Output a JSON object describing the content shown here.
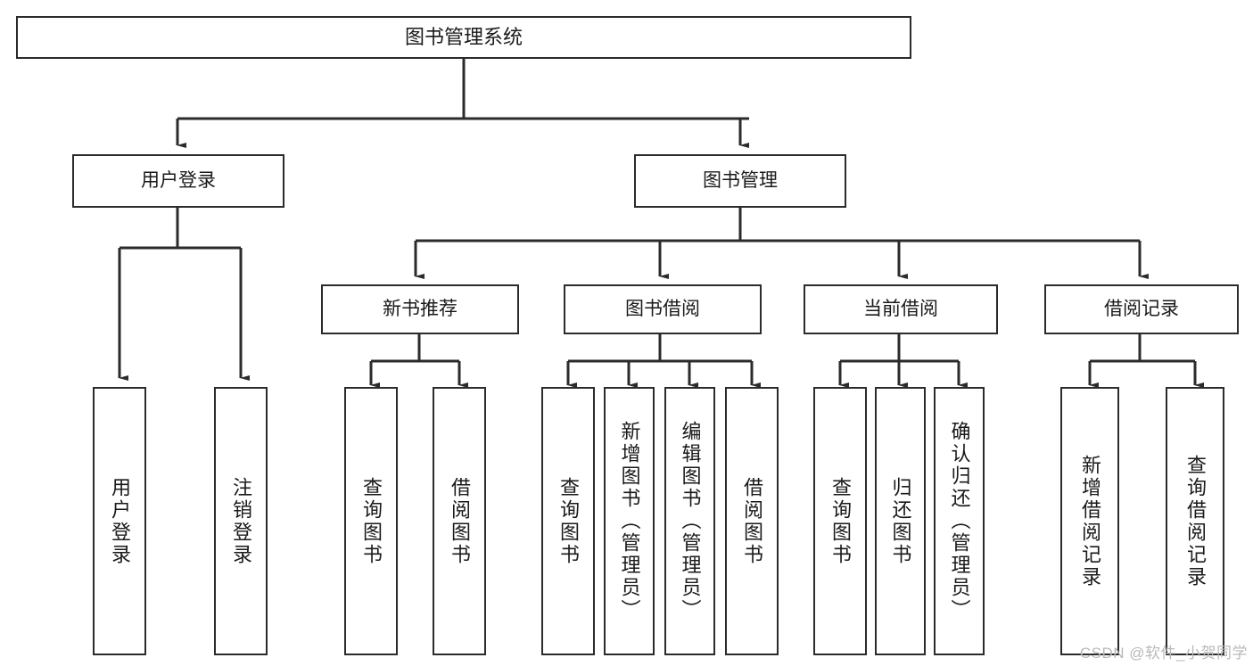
{
  "diagram": {
    "title": "图书管理系统",
    "type": "tree",
    "watermark": "CSDN @软件_小贺同学",
    "colors": {
      "box_border": "#2b2b2b",
      "box_fill": "#ffffff",
      "edge": "#2b2b2b",
      "text": "#1a1a1a",
      "watermark": "#b9b9b9",
      "background": "#ffffff"
    },
    "nodes": {
      "root": {
        "label": "图书管理系统",
        "level": 0
      },
      "level1": [
        {
          "id": "user-login",
          "label": "用户登录"
        },
        {
          "id": "book-manage",
          "label": "图书管理"
        }
      ],
      "level2": [
        {
          "id": "new-book-rec",
          "label": "新书推荐",
          "parent": "book-manage"
        },
        {
          "id": "book-borrow",
          "label": "图书借阅",
          "parent": "book-manage"
        },
        {
          "id": "current-borrow",
          "label": "当前借阅",
          "parent": "book-manage"
        },
        {
          "id": "borrow-record",
          "label": "借阅记录",
          "parent": "book-manage"
        }
      ],
      "leaves": [
        {
          "id": "leaf-user-login",
          "label": "用户登录",
          "parent": "user-login"
        },
        {
          "id": "leaf-user-logout",
          "label": "注销登录",
          "parent": "user-login"
        },
        {
          "id": "leaf-query-book-1",
          "label": "查询图书",
          "parent": "new-book-rec"
        },
        {
          "id": "leaf-borrow-book-1",
          "label": "借阅图书",
          "parent": "new-book-rec"
        },
        {
          "id": "leaf-query-book-2",
          "label": "查询图书",
          "parent": "book-borrow"
        },
        {
          "id": "leaf-add-book",
          "label": "新增图书（管理员）",
          "parent": "book-borrow"
        },
        {
          "id": "leaf-edit-book",
          "label": "编辑图书（管理员）",
          "parent": "book-borrow"
        },
        {
          "id": "leaf-borrow-book-2",
          "label": "借阅图书",
          "parent": "book-borrow"
        },
        {
          "id": "leaf-query-book-3",
          "label": "查询图书",
          "parent": "current-borrow"
        },
        {
          "id": "leaf-return-book",
          "label": "归还图书",
          "parent": "current-borrow"
        },
        {
          "id": "leaf-confirm-return",
          "label": "确认归还（管理员）",
          "parent": "current-borrow"
        },
        {
          "id": "leaf-add-record",
          "label": "新增借阅记录",
          "parent": "borrow-record"
        },
        {
          "id": "leaf-query-record",
          "label": "查询借阅记录",
          "parent": "borrow-record"
        }
      ]
    }
  }
}
